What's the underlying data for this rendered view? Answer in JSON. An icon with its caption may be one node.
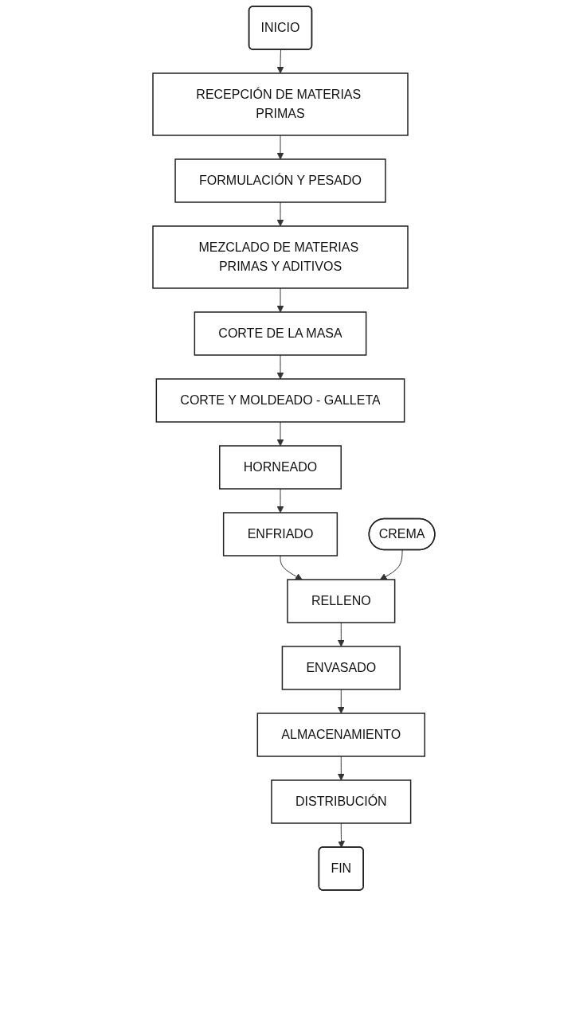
{
  "diagram": {
    "nodes": [
      {
        "text": [
          "INICIO"
        ]
      },
      {
        "text": [
          "RECEPCIÓN DE MATERIAS PRIMAS"
        ]
      },
      {
        "text": [
          "FORMULACIÓN Y PESADO"
        ]
      },
      {
        "text": [
          "MEZCLADO DE MATERIAS PRIMAS Y ADITIVOS"
        ]
      },
      {
        "text": [
          "CORTE DE LA MASA"
        ]
      },
      {
        "text": [
          "CORTE Y MOLDEADO - GALLETA"
        ]
      },
      {
        "text": [
          "HORNEADO"
        ]
      },
      {
        "text": [
          "ENFRIADO"
        ]
      },
      {
        "text": [
          "RELLENO"
        ]
      },
      {
        "text": [
          "CREMA"
        ]
      },
      {
        "text": [
          "ENVASADO"
        ]
      },
      {
        "text": [
          "ALMACENAMIENTO"
        ]
      },
      {
        "text": [
          "DISTRIBUCIÓN"
        ]
      },
      {
        "text": [
          "FIN"
        ]
      }
    ],
    "edges": [
      {
        "from": 0,
        "to": 1,
        "arrow": "to"
      },
      {
        "from": 1,
        "to": 2,
        "arrow": "to"
      },
      {
        "from": 2,
        "to": 3,
        "arrow": "to"
      },
      {
        "from": 3,
        "to": 4,
        "arrow": "to"
      },
      {
        "from": 4,
        "to": 5,
        "arrow": "to"
      },
      {
        "from": 5,
        "to": 6,
        "arrow": "to"
      },
      {
        "from": 6,
        "to": 7,
        "arrow": "to"
      },
      {
        "from": 7,
        "to": 8,
        "arrow": "to"
      },
      {
        "from": 9,
        "to": 8,
        "arrow": "to"
      },
      {
        "from": 8,
        "to": 10,
        "arrow": "to"
      },
      {
        "from": 10,
        "to": 11,
        "arrow": "to"
      },
      {
        "from": 11,
        "to": 12,
        "arrow": "to"
      },
      {
        "from": 12,
        "to": 13,
        "arrow": "to"
      }
    ]
  }
}
